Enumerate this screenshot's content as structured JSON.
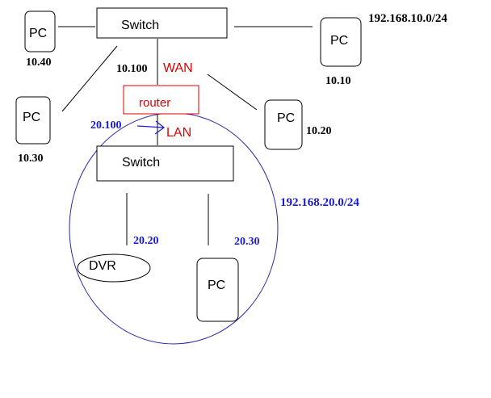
{
  "labels": {
    "switch_top": "Switch",
    "switch_bottom": "Switch",
    "pc": "PC",
    "router": "router",
    "wan": "WAN",
    "lan": "LAN",
    "dvr": "DVR"
  },
  "addresses": {
    "pc_top_left": "10.40",
    "pc_left": "10.30",
    "pc_right_top": "10.10",
    "pc_right": "10.20",
    "router_wan": "10.100",
    "router_lan": "20.100",
    "dvr": "20.20",
    "pc_bottom": "20.30"
  },
  "networks": {
    "top": "192.168.10.0/24",
    "bottom": "192.168.20.0/24"
  },
  "colors": {
    "line": "#000000",
    "red": "#e00000",
    "blue": "#1a1ad6",
    "circle": "#2a2aa8"
  }
}
